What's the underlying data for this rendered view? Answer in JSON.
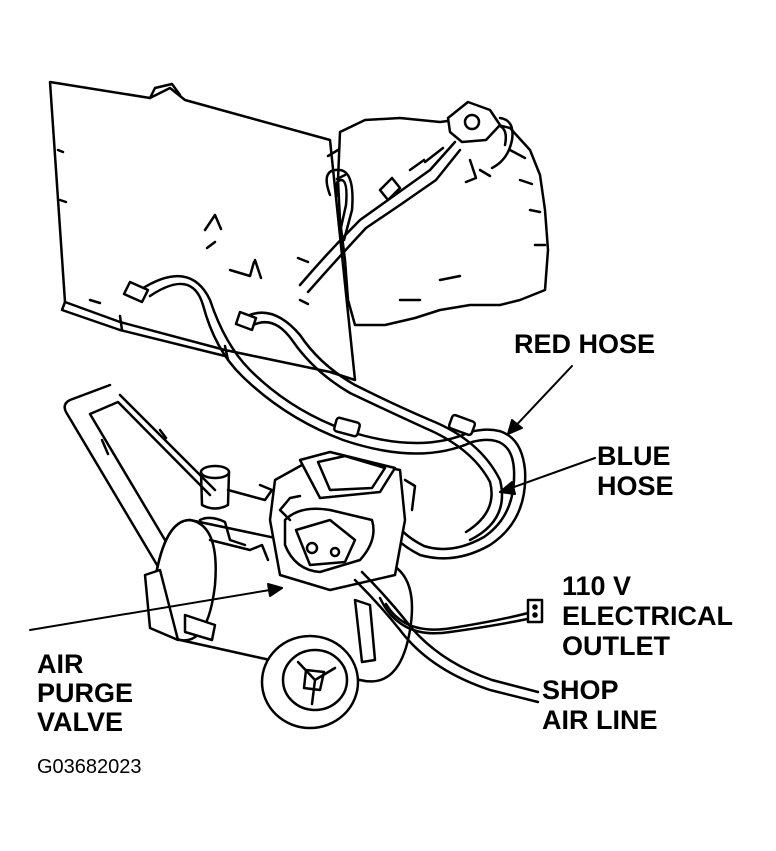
{
  "labels": {
    "red_hose": "RED HOSE",
    "blue_hose": [
      "BLUE",
      "HOSE"
    ],
    "outlet": [
      "110 V",
      "ELECTRICAL",
      "OUTLET"
    ],
    "air_purge_valve": [
      "AIR",
      "PURGE",
      "VALVE"
    ],
    "shop_air_line": [
      "SHOP",
      "AIR LINE"
    ]
  },
  "figure_id": "G03682023",
  "colors": {
    "ink": "#000000",
    "paper": "#ffffff"
  }
}
